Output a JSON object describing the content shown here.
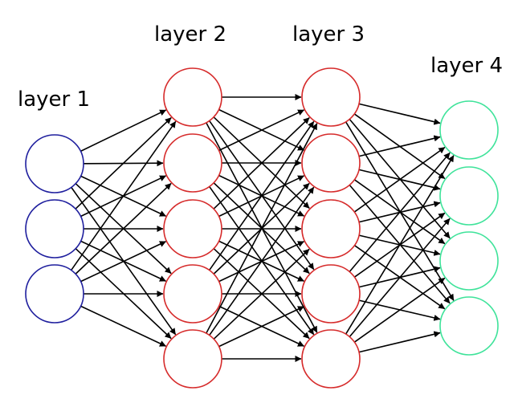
{
  "diagram": {
    "layers": [
      {
        "label": "layer 1",
        "node_count": 3,
        "color": "#1f1f9e"
      },
      {
        "label": "layer 2",
        "node_count": 5,
        "color": "#d62b2b"
      },
      {
        "label": "layer 3",
        "node_count": 5,
        "color": "#d62b2b"
      },
      {
        "label": "layer 4",
        "node_count": 4,
        "color": "#3ee39a"
      }
    ],
    "edge_color": "#000000",
    "connections": "fully-connected"
  }
}
